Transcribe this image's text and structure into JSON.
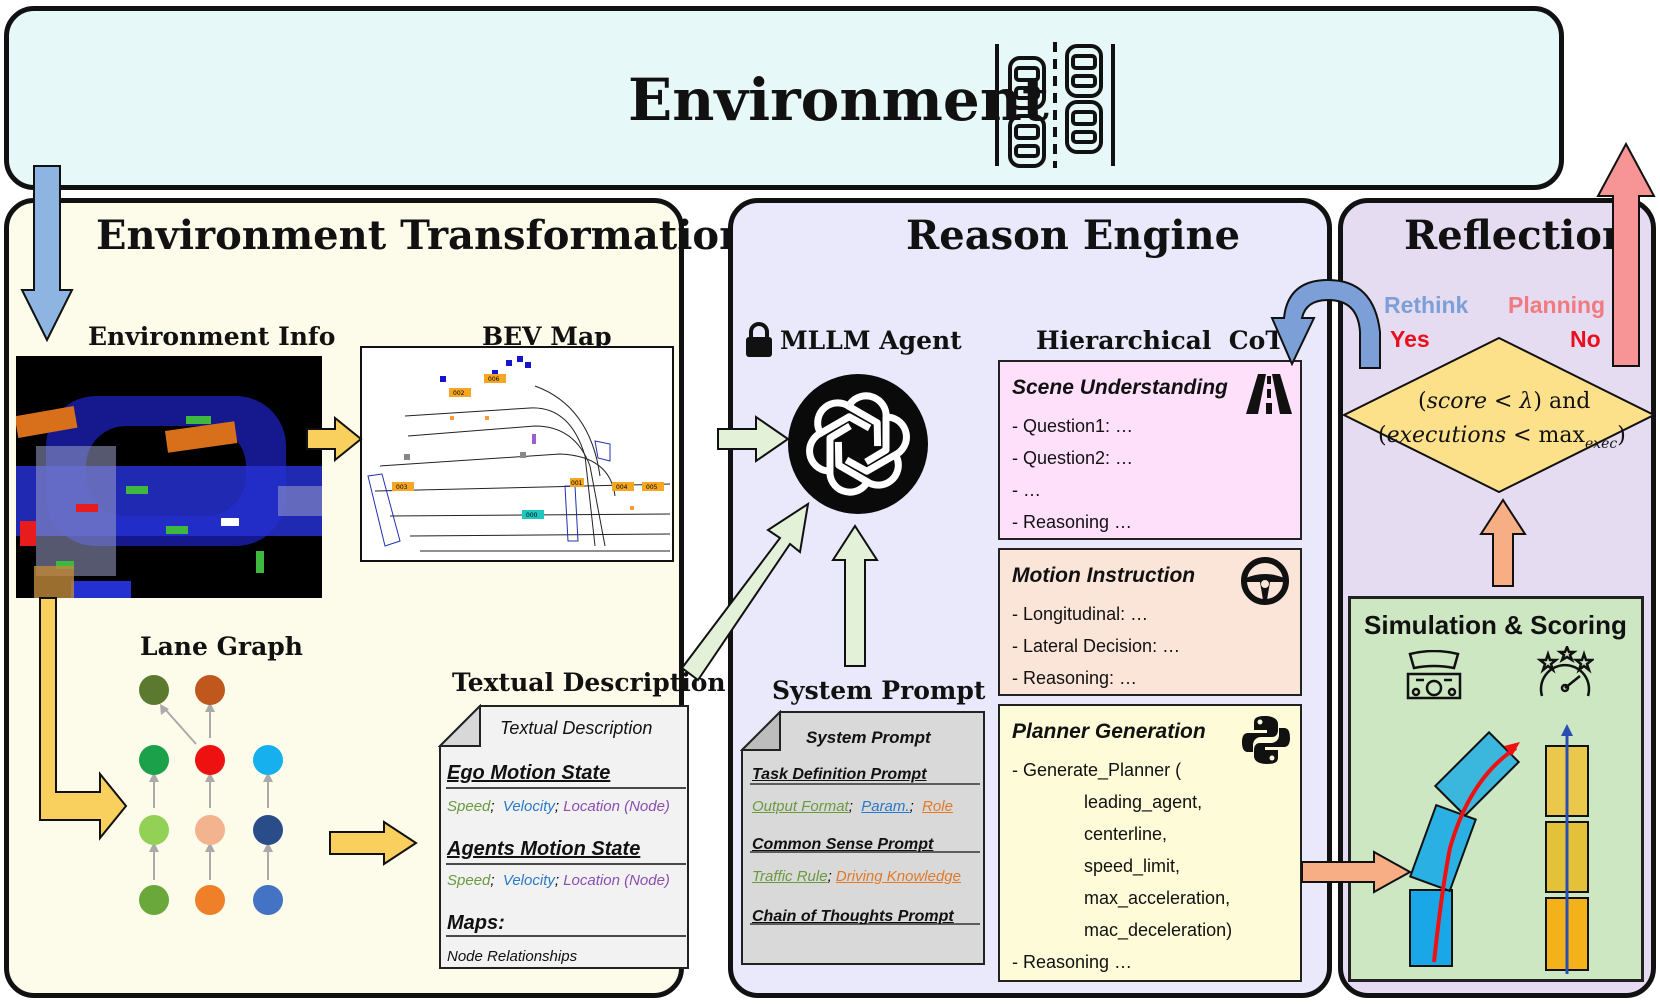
{
  "environment": {
    "title": "Environment"
  },
  "transformation": {
    "title": "Environment Transformation",
    "env_info_label": "Environment Info",
    "bev_label": "BEV Map",
    "bev_tags": [
      "002",
      "006",
      "003",
      "001",
      "004",
      "005",
      "000"
    ],
    "lane_graph_label": "Lane Graph",
    "textual_label": "Textual Description",
    "doc": {
      "header": "Textual Description",
      "ego_title": "Ego Motion State",
      "ego_speed": "Speed",
      "ego_velocity": "Velocity",
      "ego_location": "Location (Node)",
      "agents_title": "Agents Motion State",
      "agents_speed": "Speed",
      "agents_velocity": "Velocity",
      "agents_location": "Location (Node)",
      "maps_title": "Maps:",
      "maps_sub": "Node Relationships"
    }
  },
  "reason": {
    "title": "Reason Engine",
    "agent_label": "MLLM Agent",
    "cot_label": "Hierarchical  CoT",
    "system_prompt_label": "System Prompt",
    "system_doc": {
      "header": "System Prompt",
      "task_title": "Task Definition Prompt",
      "output": "Output Format",
      "param": "Param.",
      "role": "Role",
      "common_title": "Common Sense Prompt",
      "traffic": "Traffic Rule",
      "driving": "Driving Knowledge",
      "chain_title": "Chain of Thoughts Prompt"
    },
    "scene": {
      "title": "Scene Understanding",
      "lines": [
        "- Question1: …",
        "- Question2: …",
        "- …",
        "- Reasoning …"
      ]
    },
    "motion": {
      "title": "Motion Instruction",
      "lines": [
        "- Longitudinal: …",
        "- Lateral Decision: …",
        "- Reasoning: …"
      ]
    },
    "planner": {
      "title": "Planner Generation",
      "lines": [
        "- Generate_Planner (",
        "leading_agent,",
        "centerline,",
        "speed_limit,",
        "max_acceleration,",
        "mac_deceleration)",
        "- Reasoning …"
      ]
    }
  },
  "reflection": {
    "title": "Reflection",
    "rethink": "Rethink",
    "yes": "Yes",
    "planning": "Planning",
    "no": "No",
    "sim_title": "Simulation & Scoring"
  },
  "colors": {
    "env_bg": "#e7f8f8",
    "trans_bg": "#fdfbe9",
    "reason_bg": "#e9e9fb",
    "reflect_bg": "#e6dcf2",
    "scene_bg": "#ffe0fb",
    "motion_bg": "#fbe4d8",
    "planner_bg": "#fdfbd8",
    "sim_bg": "#cde7c2",
    "green_text": "#6a9a3e",
    "blue_text": "#2a78c8",
    "purple_text": "#8a4fb0",
    "orange_text": "#e07a2a",
    "rethink_blue": "#7b9fd6",
    "planning_red": "#f07a80",
    "red": "#e8101e"
  }
}
